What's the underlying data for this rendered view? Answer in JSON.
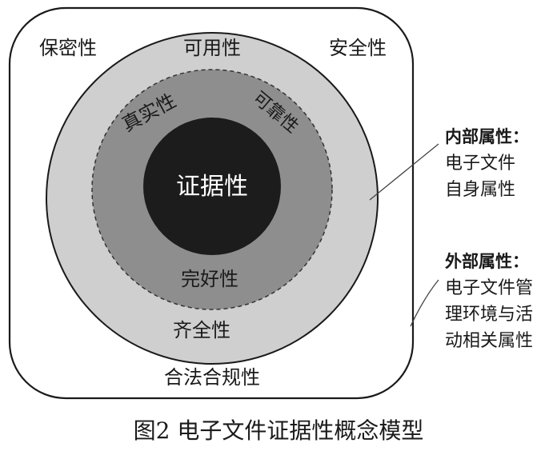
{
  "diagram": {
    "corner_labels": {
      "top_left": "保密性",
      "top_center": "可用性",
      "top_right": "安全性",
      "bottom_center": "合法合规性"
    },
    "outer_ring_bottom": "齐全性",
    "middle_ring": {
      "left": "真实性",
      "right": "可靠性",
      "bottom": "完好性"
    },
    "core": "证据性",
    "annotations": {
      "internal": {
        "title": "内部属性：",
        "line1": "电子文件",
        "line2": "自身属性"
      },
      "external": {
        "title": "外部属性：",
        "line1": "电子文件管",
        "line2": "理环境与活",
        "line3": "动相关属性"
      }
    },
    "colors": {
      "outer_ring": "#cfcfcf",
      "middle_ring": "#8e8e8e",
      "core": "#1c1c1c",
      "core_text": "#ffffff",
      "frame": "#1a1a1a"
    }
  },
  "caption": "图2 电子文件证据性概念模型"
}
